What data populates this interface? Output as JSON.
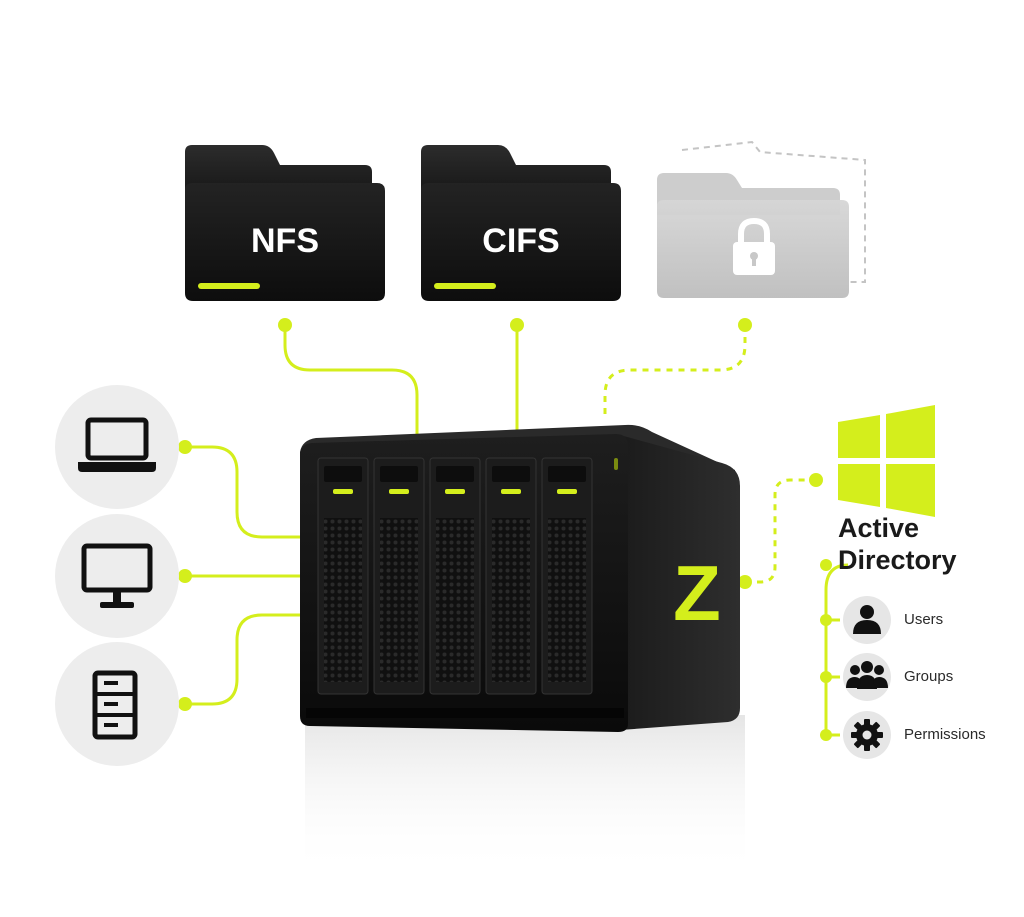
{
  "folders": [
    {
      "label": "NFS",
      "icon": "folder-icon"
    },
    {
      "label": "CIFS",
      "icon": "folder-icon"
    },
    {
      "label": "",
      "icon": "locked-folder-icon"
    }
  ],
  "clients": [
    {
      "icon": "laptop-icon"
    },
    {
      "icon": "monitor-icon"
    },
    {
      "icon": "server-icon"
    }
  ],
  "nas": {
    "logo": "Z",
    "drive_bays": 5
  },
  "active_directory": {
    "title_line1": "Active",
    "title_line2": "Directory",
    "logo_icon": "windows-logo-icon",
    "items": [
      {
        "label": "Users",
        "icon": "user-icon"
      },
      {
        "label": "Groups",
        "icon": "group-icon"
      },
      {
        "label": "Permissions",
        "icon": "gear-icon"
      }
    ]
  },
  "colors": {
    "accent": "#d4ee1c",
    "dark": "#141414",
    "muted": "#c9c9c9"
  }
}
